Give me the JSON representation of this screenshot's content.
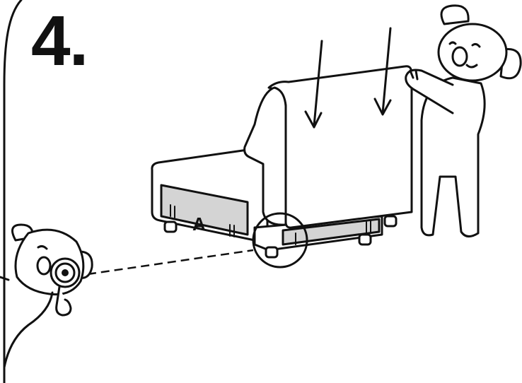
{
  "step": {
    "number": "4."
  },
  "panel": {
    "label": "A"
  },
  "colors": {
    "line": "#111111",
    "panel_fill": "#d4d4d4",
    "background": "#ffffff"
  },
  "icons": [
    "koala-holding-backrest",
    "koala-with-magnifier",
    "down-arrow-icon",
    "magnify-circle-icon"
  ]
}
